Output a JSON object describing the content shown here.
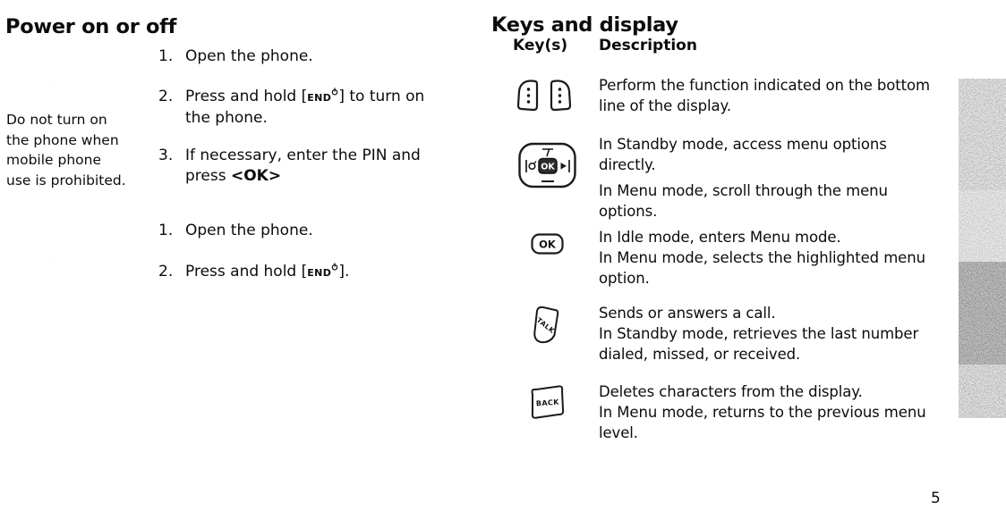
{
  "doc": {
    "page_number": "5"
  },
  "left": {
    "title": "Power on or off",
    "note_lines": [
      "Do not turn on",
      "the phone when",
      "mobile phone",
      "use is prohibited."
    ],
    "power_symbol": "⏻",
    "on_steps": {
      "s1": {
        "num": "1.",
        "l1": "Open the phone."
      },
      "s2": {
        "num": "2.",
        "pre": "Press and hold [",
        "key": "END",
        "post": "] to turn on",
        "l2": "the phone."
      },
      "s3": {
        "num": "3.",
        "l1": "If necessary, enter the PIN and",
        "pre2": "press ",
        "ok": "<OK>"
      }
    },
    "off_steps": {
      "s1": {
        "num": "1.",
        "l1": "Open the phone."
      },
      "s2": {
        "num": "2.",
        "pre": "Press and hold [",
        "key": "END",
        "post": "]."
      }
    }
  },
  "right": {
    "title": "Keys and display",
    "headers": {
      "keys": "Key(s)",
      "description": "Description"
    },
    "rows": [
      {
        "icon": "soft-keys",
        "lines": [
          "Perform the function indicated on the bottom",
          "line of the display."
        ]
      },
      {
        "icon": "navigation-key",
        "label": "OK",
        "lines": [
          "In Standby mode, access menu options",
          "directly.",
          "In Menu mode, scroll through the menu",
          "options."
        ]
      },
      {
        "icon": "ok-key",
        "label": "OK",
        "lines": [
          "In Idle mode, enters Menu mode.",
          "In Menu mode, selects the highlighted menu",
          "option."
        ]
      },
      {
        "icon": "talk-key",
        "label": "TALK",
        "lines": [
          "Sends or answers a call.",
          "In Standby mode, retrieves the last number",
          "dialed, missed, or received."
        ]
      },
      {
        "icon": "back-key",
        "label": "BACK",
        "lines": [
          "Deletes characters from the display.",
          "In Menu mode, returns to the previous menu",
          "level."
        ]
      }
    ]
  }
}
